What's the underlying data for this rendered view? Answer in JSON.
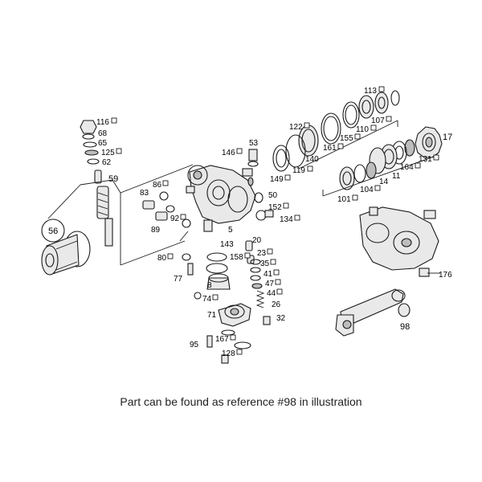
{
  "caption": "Part can be found as reference #98 in illustration",
  "callouts": {
    "c113": "113",
    "c107": "107",
    "c122": "122",
    "c110": "110",
    "c155": "155",
    "c161": "161",
    "c17": "17",
    "c116": "116",
    "c68": "68",
    "c65": "65",
    "c125": "125",
    "c62": "62",
    "c59": "59",
    "c53": "53",
    "c146": "146",
    "c149": "149",
    "c119": "119",
    "c140": "140",
    "c164": "164",
    "c131": "131",
    "c14": "14",
    "c11": "11",
    "c104": "104",
    "c101": "101",
    "c86": "86",
    "c83": "83",
    "c50": "50",
    "c152": "152",
    "c134": "134",
    "c92": "92",
    "c89": "89",
    "c56": "56",
    "c5": "5",
    "c20": "20",
    "c143": "143",
    "c158": "158",
    "c23": "23",
    "c35": "35",
    "c41": "41",
    "c47": "47",
    "c44": "44",
    "c80": "80",
    "c77": "77",
    "c8": "8",
    "c74": "74",
    "c26": "26",
    "c71": "71",
    "c32": "32",
    "c167": "167",
    "c95": "95",
    "c128": "128",
    "c176": "176",
    "c98": "98"
  }
}
